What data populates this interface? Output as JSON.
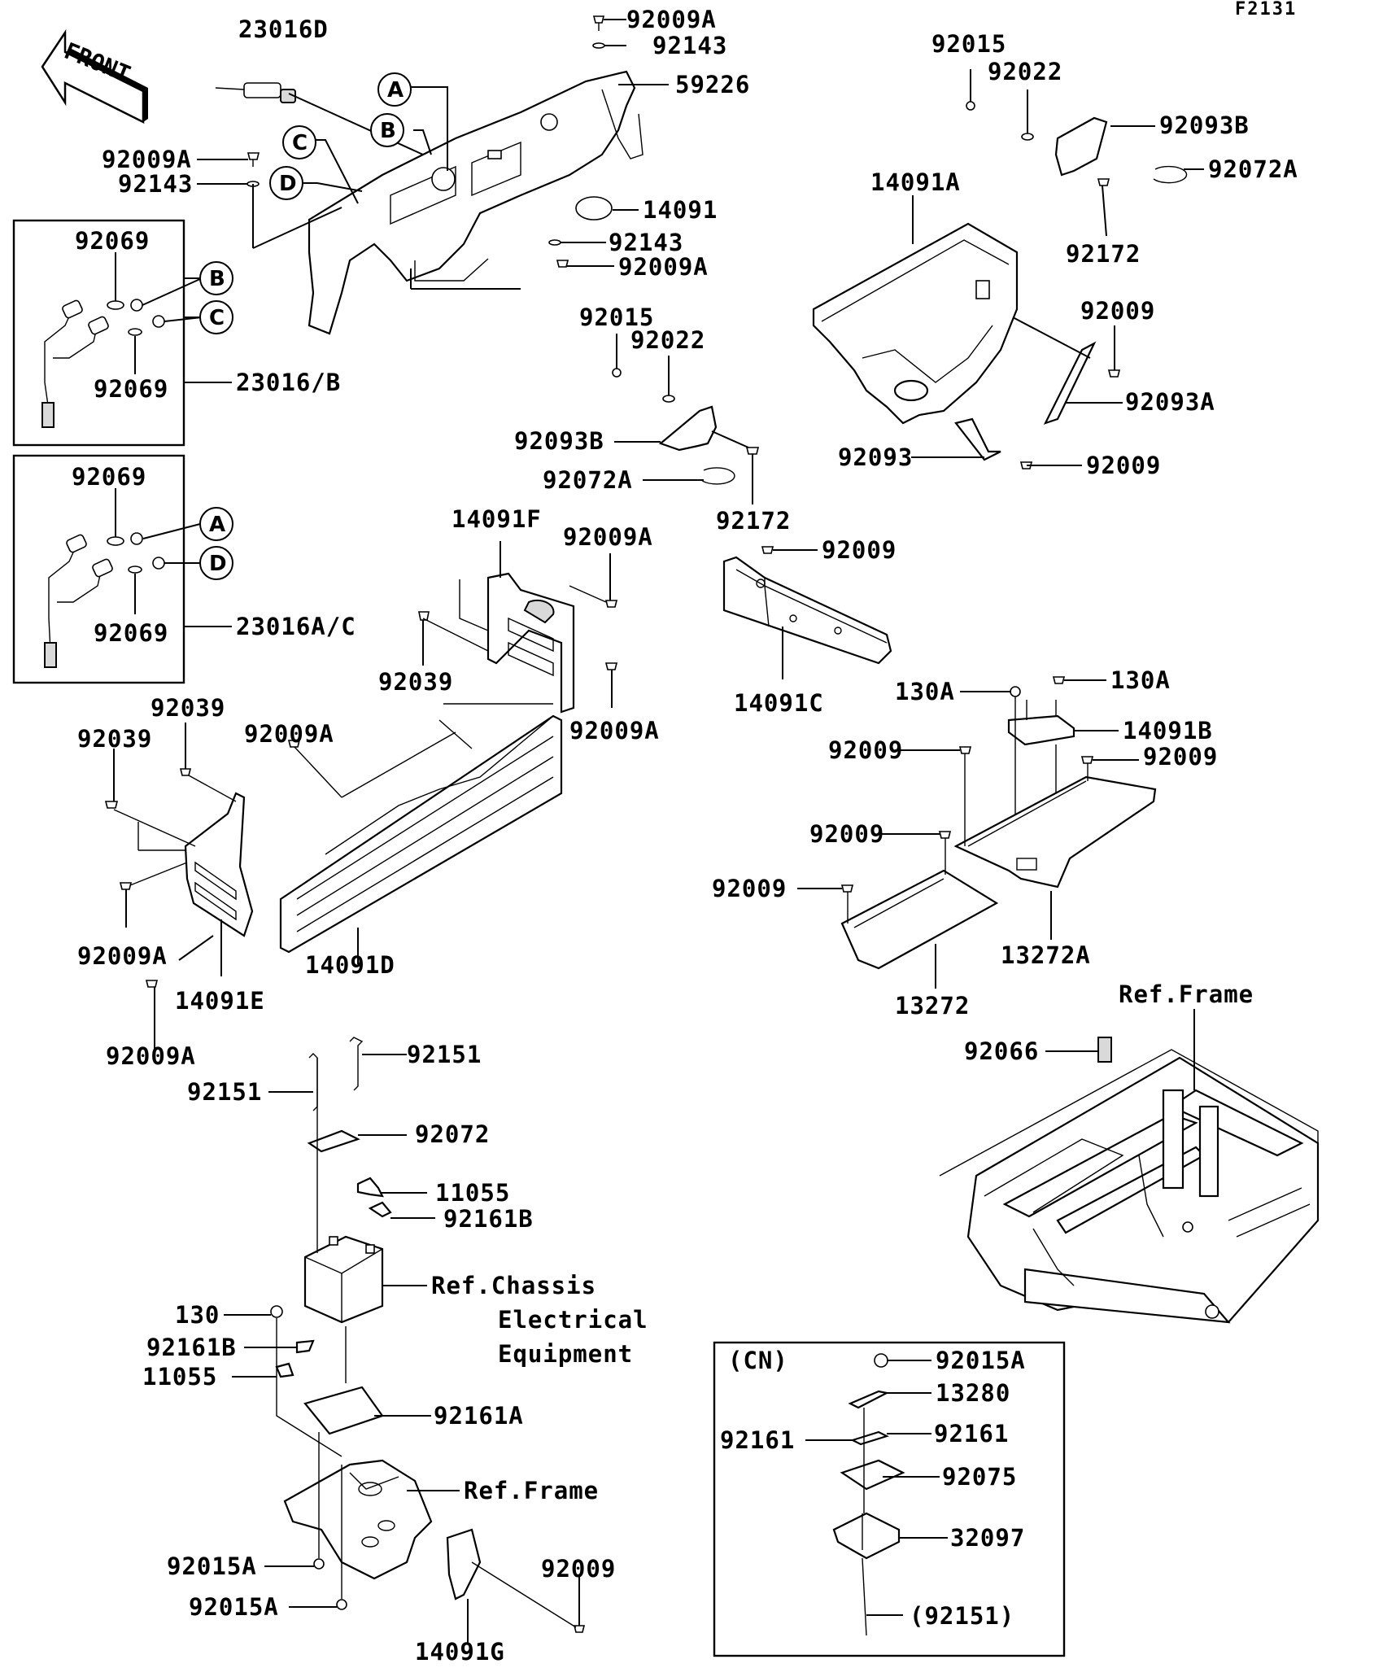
{
  "figure_code": "F2131",
  "front_arrow_label": "FRONT",
  "callouts": [
    "A",
    "B",
    "C",
    "D"
  ],
  "parts": {
    "p23016D": "23016D",
    "p92009A_1": "92009A",
    "p92143_1": "92143",
    "p59226": "59226",
    "p92009A_2": "92009A",
    "p92143_2": "92143",
    "p14091": "14091",
    "p92143_3": "92143",
    "p92009A_3": "92009A",
    "p92069_1": "92069",
    "p92069_2": "92069",
    "p23016B": "23016/B",
    "p92069_3": "92069",
    "p92069_4": "92069",
    "p23016AC": "23016A/C",
    "p92015_1": "92015",
    "p92022_1": "92022",
    "p92093B_1": "92093B",
    "p92072A_1": "92072A",
    "p92172_1": "92172",
    "p14091A": "14091A",
    "p92009_1": "92009",
    "p92093A": "92093A",
    "p92093": "92093",
    "p92009_2": "92009",
    "p92015_2": "92015",
    "p92022_2": "92022",
    "p92093B_2": "92093B",
    "p92072A_2": "92072A",
    "p92172_2": "92172",
    "p14091F": "14091F",
    "p92009A_4": "92009A",
    "p92039_1": "92039",
    "p92009A_5": "92009A",
    "p92039_2": "92039",
    "p92039_3": "92039",
    "p92009A_6": "92009A",
    "p92009A_7": "92009A",
    "p14091E": "14091E",
    "p14091D": "14091D",
    "p92009A_8": "92009A",
    "p92009_3": "92009",
    "p14091C": "14091C",
    "p130A_1": "130A",
    "p130A_2": "130A",
    "p14091B": "14091B",
    "p92009_4": "92009",
    "p92009_5": "92009",
    "p92009_6": "92009",
    "p92009_7": "92009",
    "p13272A": "13272A",
    "p13272": "13272",
    "p92066": "92066",
    "p92151_1": "92151",
    "p92151_2": "92151",
    "p92072": "92072",
    "p11055_1": "11055",
    "p92161B_1": "92161B",
    "p130": "130",
    "p92161B_2": "92161B",
    "p11055_2": "11055",
    "p92161A": "92161A",
    "p92015A_1": "92015A",
    "p92015A_2": "92015A",
    "p92009_8": "92009",
    "p14091G": "14091G",
    "cn_label": "(CN)",
    "p92015A_3": "92015A",
    "p13280": "13280",
    "p92161_1": "92161",
    "p92161_2": "92161",
    "p92075": "92075",
    "p32097": "32097",
    "p92151_3": "(92151)"
  },
  "references": {
    "frame_top": "Ref.Frame",
    "chassis_line1": "Ref.Chassis",
    "chassis_line2": "Electrical",
    "chassis_line3": "Equipment",
    "frame_bottom": "Ref.Frame"
  }
}
